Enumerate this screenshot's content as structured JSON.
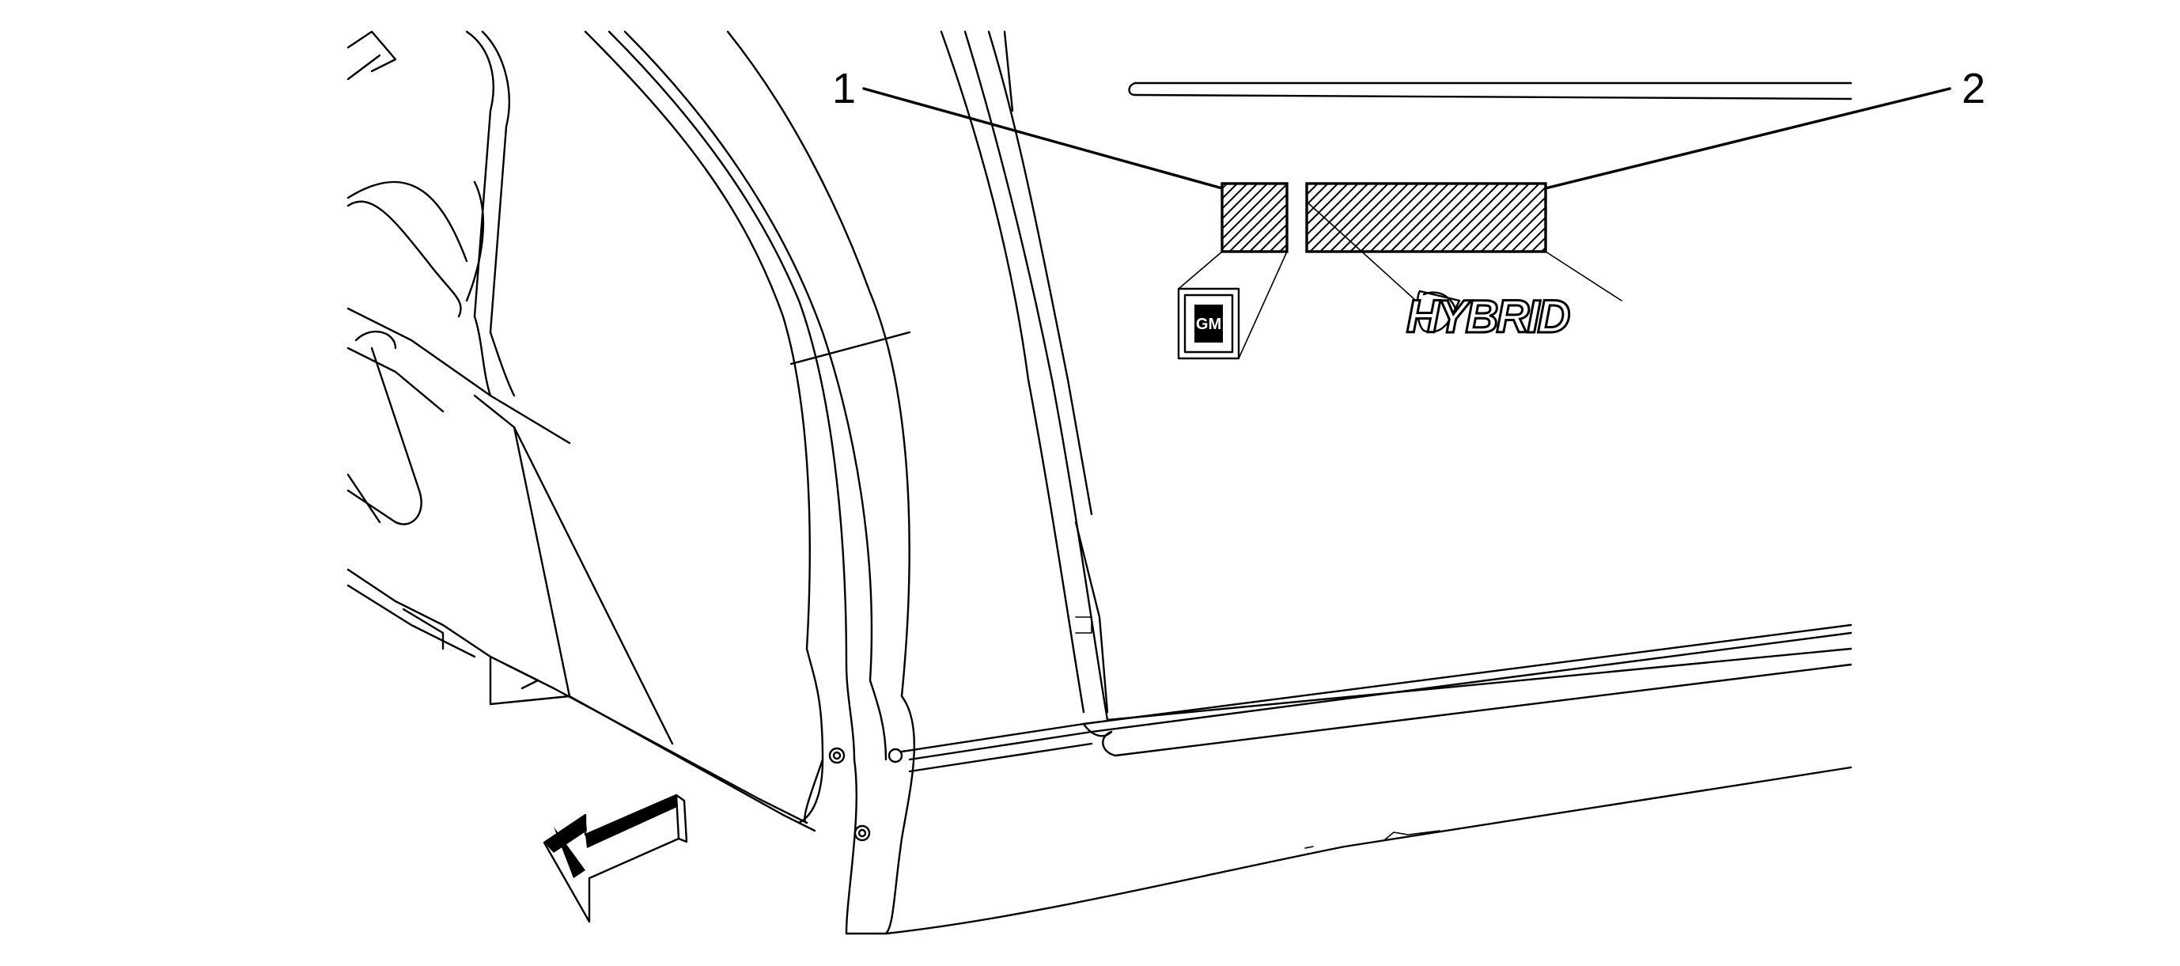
{
  "callouts": [
    {
      "id": "1",
      "label": "1"
    },
    {
      "id": "2",
      "label": "2"
    }
  ],
  "emblems": {
    "gm_badge_text": "GM",
    "hybrid_badge_text": "HYBRID"
  },
  "colors": {
    "line": "#000000",
    "background": "#ffffff",
    "hatch": "#000000"
  },
  "icons": {
    "direction_arrow": "forward-arrow-icon"
  }
}
